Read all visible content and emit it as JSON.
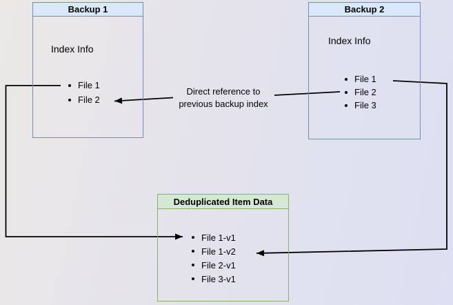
{
  "diagram": {
    "boxes": {
      "backup1": {
        "title": "Backup 1",
        "subtitle": "Index Info",
        "files": [
          "File 1",
          "File 2"
        ]
      },
      "backup2": {
        "title": "Backup 2",
        "subtitle": "Index Info",
        "files": [
          "File 1",
          "File 2",
          "File 3"
        ]
      },
      "dedup": {
        "title": "Deduplicated Item Data",
        "files": [
          "File 1-v1",
          "File 1-v2",
          "File 2-v1",
          "File 3-v1"
        ]
      }
    },
    "annotations": {
      "direct_reference": {
        "line1": "Direct reference to",
        "line2": "previous backup index"
      }
    },
    "connections": [
      {
        "from": "backup1 / File 1",
        "to": "dedup / File 1-v1",
        "type": "elbow-arrow-left-side"
      },
      {
        "from": "backup2 / File 2",
        "to": "backup1 / File 2",
        "type": "straight-arrow",
        "label": "Direct reference to previous backup index"
      },
      {
        "from": "backup2 / File 1",
        "to": "dedup / File 1-v2",
        "type": "elbow-arrow-right-side"
      }
    ]
  },
  "colors": {
    "blue_fill": "#dae8fc",
    "blue_border": "#6c8ebf",
    "green_fill": "#d5e8d4",
    "green_border": "#82b366",
    "arrow": "#000000",
    "text": "#000000",
    "bg_left": "#ebe8e6",
    "bg_mid": "#e4e3ec",
    "bg_right": "#dde0f3"
  }
}
